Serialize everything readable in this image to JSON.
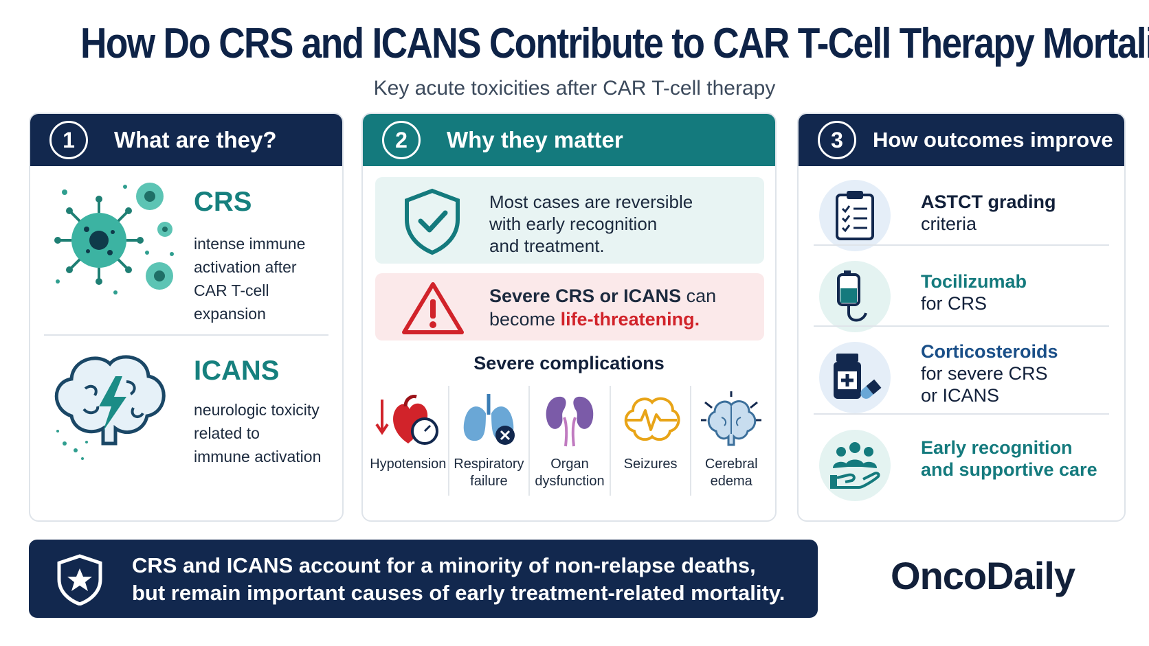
{
  "title": "How Do CRS and ICANS Contribute to CAR T-Cell Therapy Mortality?",
  "subtitle": "Key acute toxicities after CAR T-cell therapy",
  "panel1": {
    "number": "1",
    "heading": "What are they?",
    "crs": {
      "name": "CRS",
      "lines": [
        "intense immune",
        "activation after",
        "CAR T-cell expansion"
      ],
      "icon": "virus-icon"
    },
    "icans": {
      "name": "ICANS",
      "lines": [
        "neurologic toxicity",
        "related to",
        "immune activation"
      ],
      "icon": "brain-lightning-icon"
    }
  },
  "panel2": {
    "number": "2",
    "heading": "Why they matter",
    "good_box": {
      "lines": [
        "Most cases are reversible",
        "with early recognition",
        "and treatment."
      ],
      "icon": "shield-check-icon"
    },
    "bad_box": {
      "line1": "Severe CRS or ICANS",
      "line1_tail": " can",
      "line2_lead": "become ",
      "line2_red": "life-threatening.",
      "icon": "warning-icon"
    },
    "complications_heading": "Severe complications",
    "complications": [
      {
        "lines": [
          "Hypotension",
          ""
        ],
        "icon": "heart-gauge-icon"
      },
      {
        "lines": [
          "Respiratory",
          "failure"
        ],
        "icon": "lungs-icon"
      },
      {
        "lines": [
          "Organ",
          "dysfunction"
        ],
        "icon": "kidneys-icon"
      },
      {
        "lines": [
          "Seizures",
          ""
        ],
        "icon": "brain-wave-icon"
      },
      {
        "lines": [
          "Cerebral",
          "edema"
        ],
        "icon": "brain-swelling-icon"
      }
    ]
  },
  "panel3": {
    "number": "3",
    "heading": "How outcomes improve",
    "items": [
      {
        "bold": "ASTCT grading",
        "rest": [
          "criteria"
        ],
        "icon": "clipboard-checklist-icon"
      },
      {
        "bold": "Tocilizumab",
        "rest": [
          "for CRS"
        ],
        "icon": "iv-bag-icon"
      },
      {
        "bold": "Corticosteroids",
        "rest": [
          "for severe CRS",
          "or ICANS"
        ],
        "icon": "medicine-bottle-icon"
      },
      {
        "bold": "Early recognition",
        "bold2": "and supportive care",
        "rest": [],
        "icon": "care-hand-icon"
      }
    ]
  },
  "banner": {
    "lines": [
      "CRS and ICANS account for a minority of non-relapse deaths,",
      "but remain important causes of early treatment-related mortality."
    ],
    "icon": "shield-star-icon"
  },
  "brand": "OncoDaily",
  "colors": {
    "navy": "#12284e",
    "teal": "#147a7d",
    "teal_text": "#16807e",
    "red": "#d1232a",
    "good_bg": "#e8f4f3",
    "bad_bg": "#fbe9ea"
  }
}
